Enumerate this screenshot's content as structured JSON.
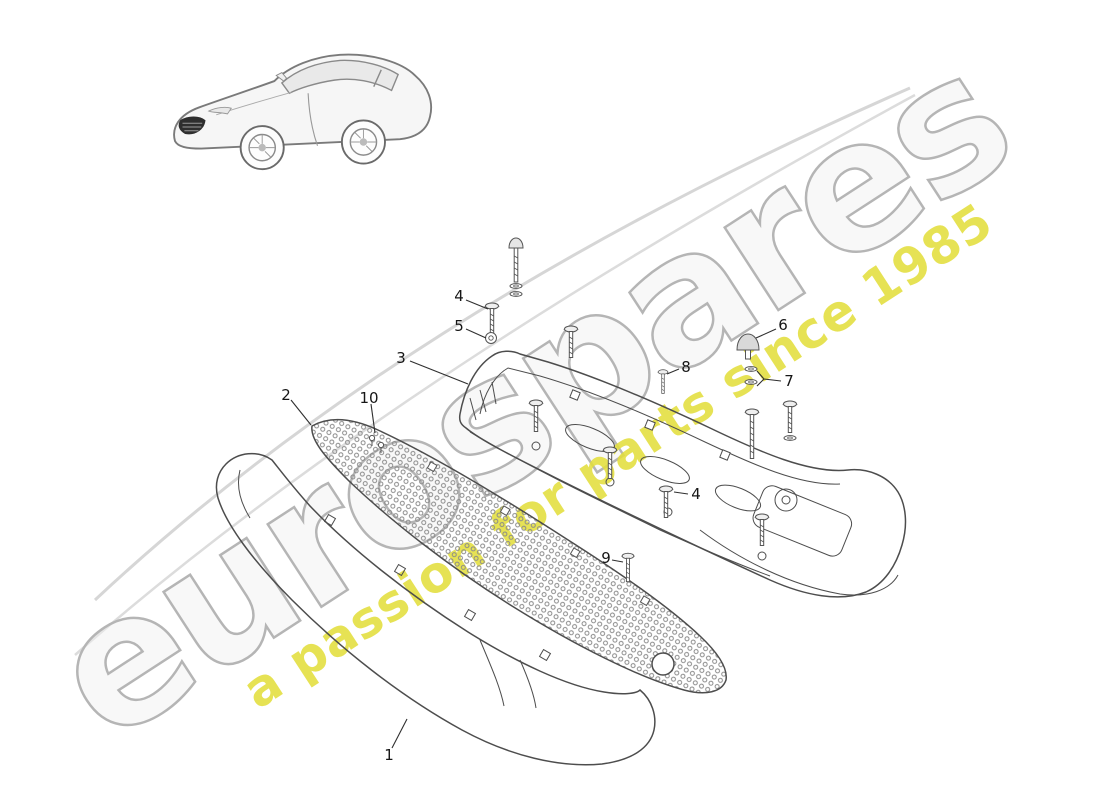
{
  "watermark": {
    "brand": "eurospares",
    "tagline": "a passion for parts since 1985",
    "brand_stroke_color": "#b5b5b5",
    "tagline_color": "#e2de3c"
  },
  "colors": {
    "diagram_line": "#4d4d4d",
    "swoosh": "#d6d6d6",
    "mesh_dot": "#8a8a8a",
    "callout_text": "#161616"
  },
  "callouts": [
    {
      "id": "callout-4-upper",
      "label": "4"
    },
    {
      "id": "callout-5",
      "label": "5"
    },
    {
      "id": "callout-3",
      "label": "3"
    },
    {
      "id": "callout-6",
      "label": "6"
    },
    {
      "id": "callout-8",
      "label": "8"
    },
    {
      "id": "callout-7",
      "label": "7"
    },
    {
      "id": "callout-2",
      "label": "2"
    },
    {
      "id": "callout-10",
      "label": "10"
    },
    {
      "id": "callout-4-lower",
      "label": "4"
    },
    {
      "id": "callout-9",
      "label": "9"
    },
    {
      "id": "callout-1",
      "label": "1"
    }
  ]
}
